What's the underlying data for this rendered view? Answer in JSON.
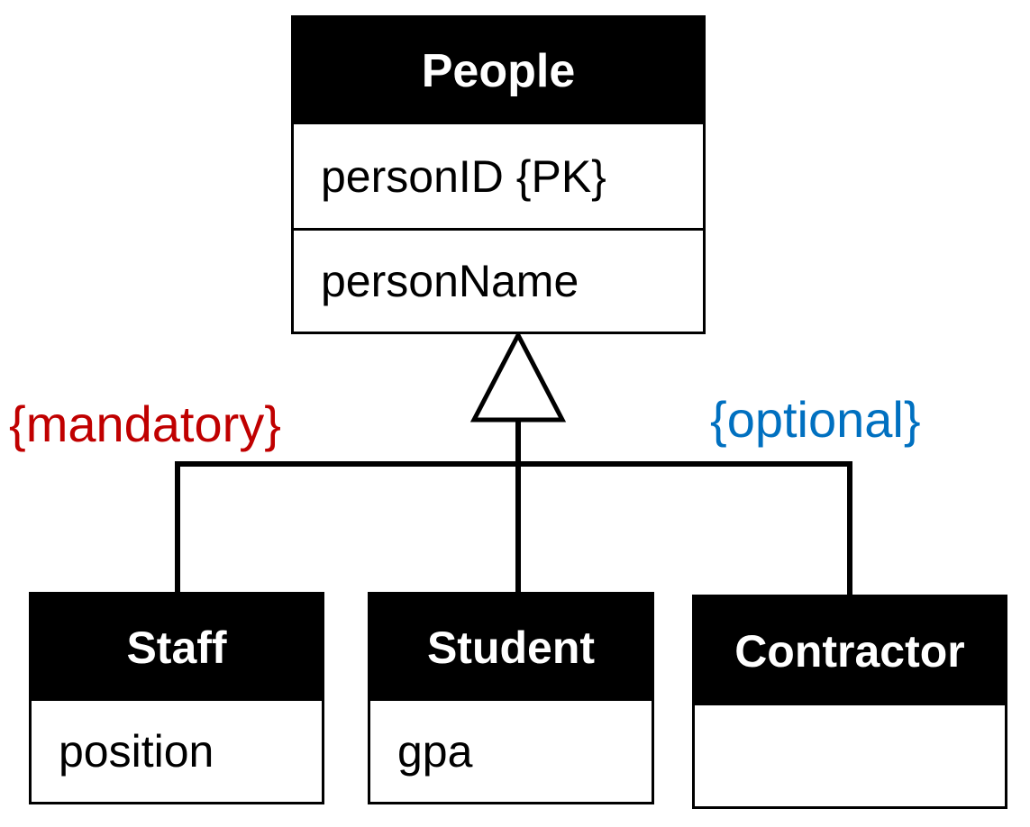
{
  "diagram": {
    "supertype": {
      "name": "People",
      "attributes": [
        "personID {PK}",
        "personName"
      ]
    },
    "subtypes": [
      {
        "name": "Staff",
        "attributes": [
          "position"
        ]
      },
      {
        "name": "Student",
        "attributes": [
          "gpa"
        ]
      },
      {
        "name": "Contractor",
        "attributes": [
          ""
        ]
      }
    ],
    "constraints": {
      "participation": "{mandatory}",
      "disjointness": "{optional}"
    },
    "colors": {
      "mandatory": "#c00000",
      "optional": "#0070c0",
      "header_bg": "#000000",
      "header_text": "#ffffff"
    }
  }
}
